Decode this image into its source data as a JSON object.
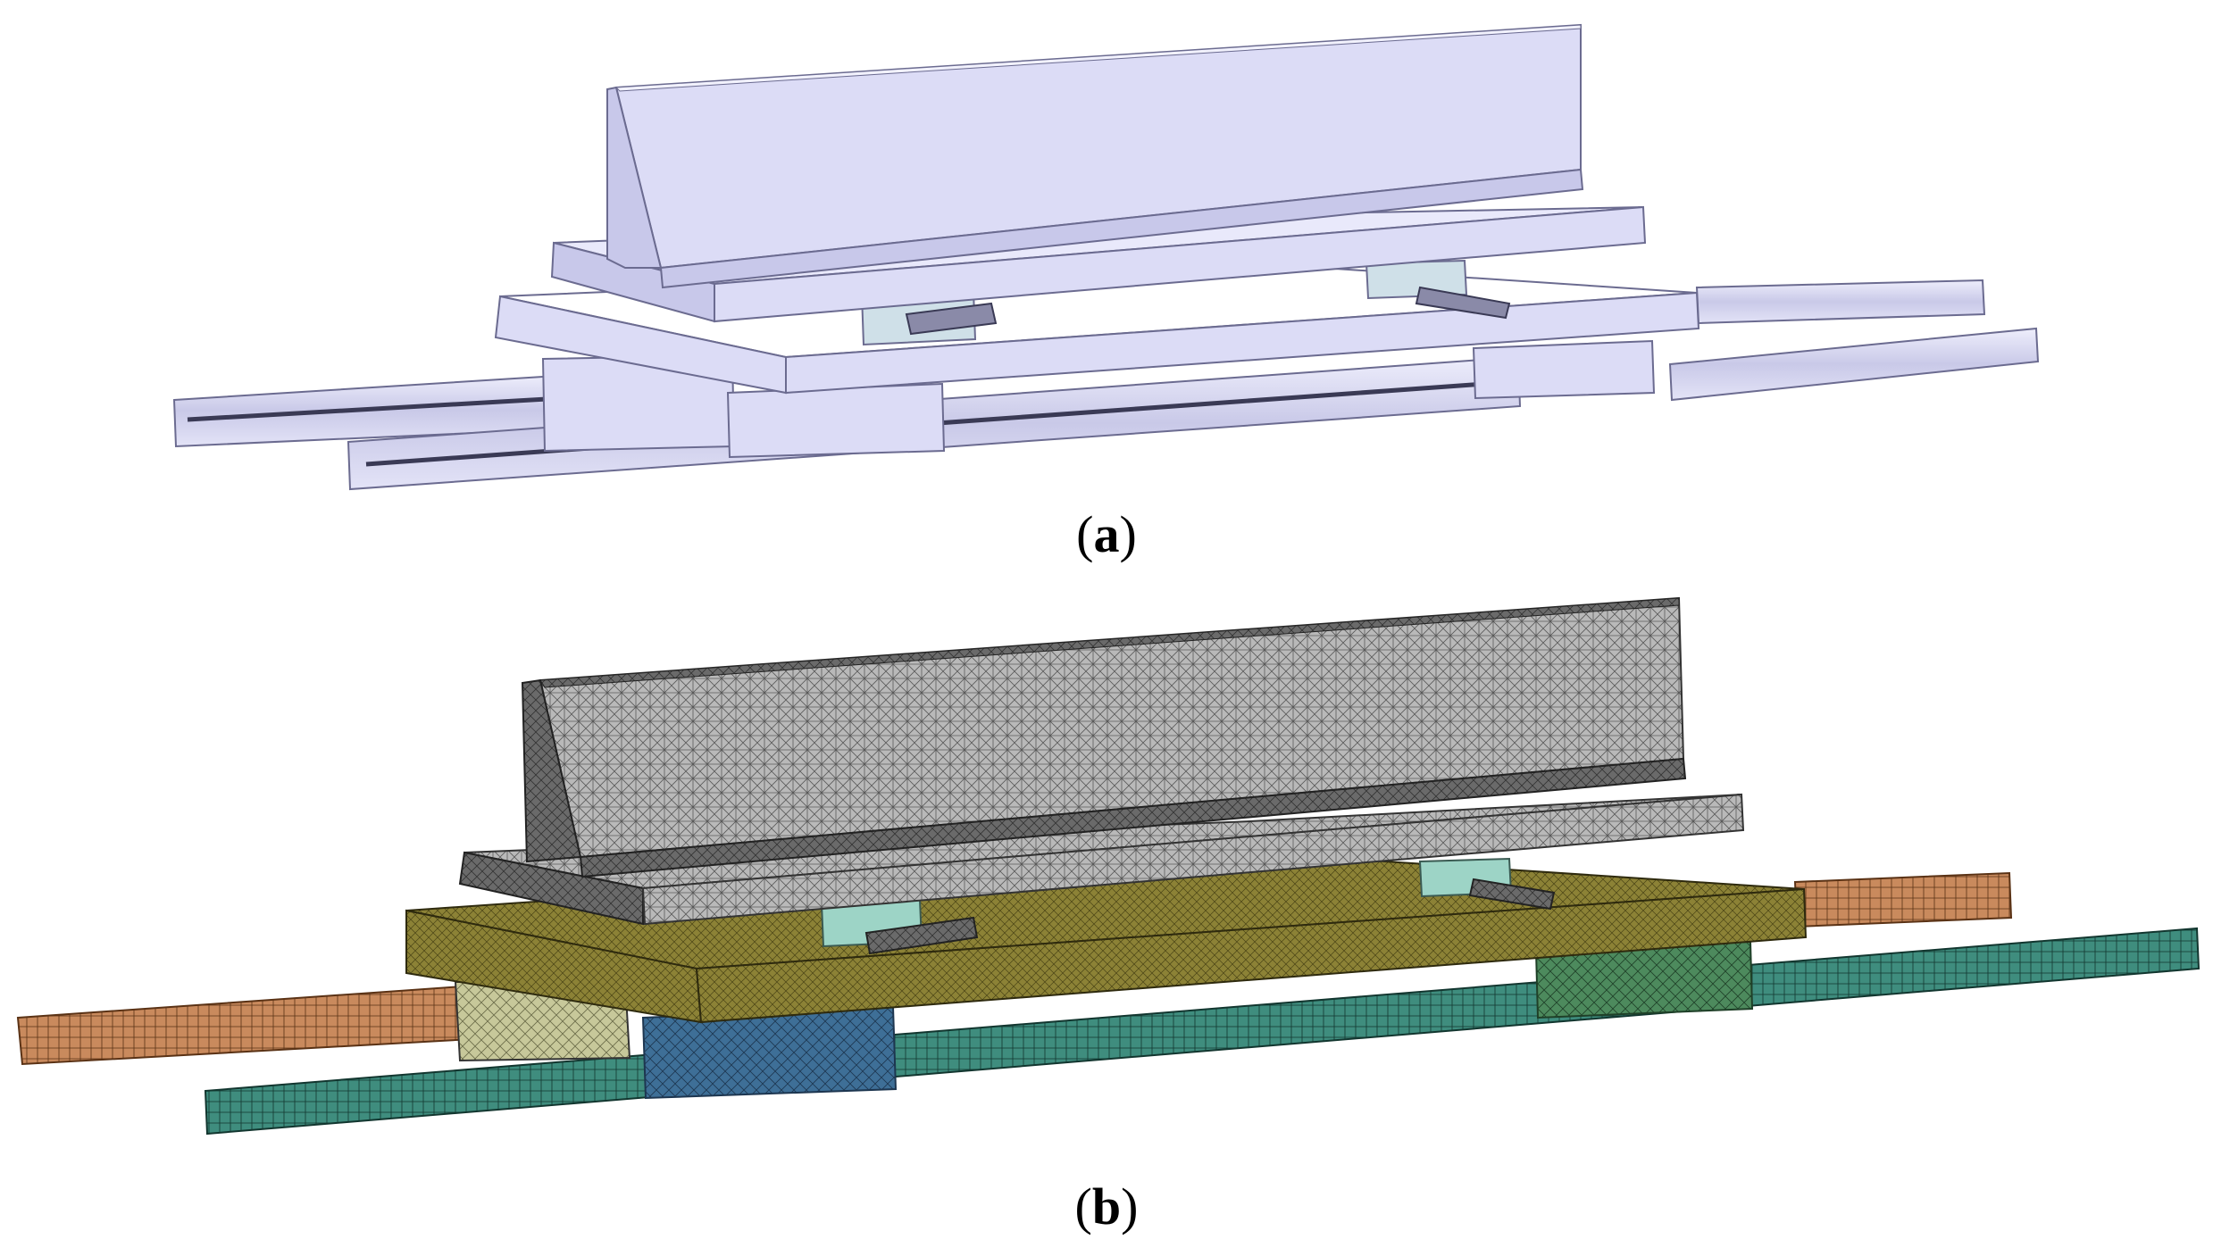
{
  "figure": {
    "panels": [
      {
        "id": "a",
        "label": "a"
      },
      {
        "id": "b",
        "label": "b"
      }
    ],
    "colors": {
      "cad_face_front": "#dcdcf6",
      "cad_face_top": "#e9e9fb",
      "cad_face_side": "#c8c8ea",
      "cad_edge": "#6b6b90",
      "mesh_beam_front": "#b9b9b9",
      "mesh_beam_top": "#8e8e8e",
      "mesh_beam_side": "#4d4d4d",
      "mesh_plate": "#8c8236",
      "mesh_plate_top": "#7a6f2a",
      "mesh_rail_orange": "#c98a5d",
      "mesh_rail_teal": "#3f8d7e",
      "mesh_block_blue": "#3e6f97",
      "mesh_block_green": "#4d8a5d",
      "mesh_block_pale": "#c7c89a",
      "mesh_slider": "#9dd4c6"
    }
  }
}
